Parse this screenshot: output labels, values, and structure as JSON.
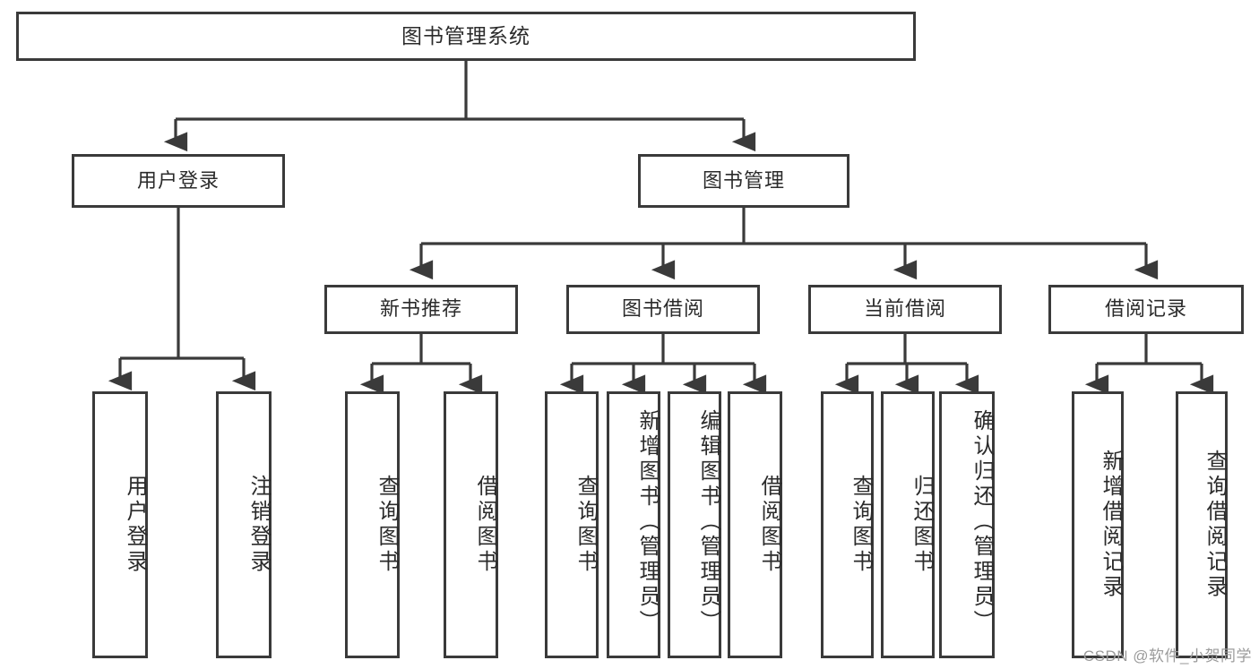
{
  "diagram": {
    "type": "tree",
    "title": "图书管理系统",
    "watermark": "CSDN @软件_小贺同学",
    "line_color": "#3a3a3a",
    "box_fill": "#ffffff",
    "text_color": "#2b2b2b"
  },
  "nodes": {
    "root": {
      "label": "图书管理系统"
    },
    "level2": [
      {
        "label": "用户登录"
      },
      {
        "label": "图书管理"
      }
    ],
    "level3": [
      {
        "label": "新书推荐"
      },
      {
        "label": "图书借阅"
      },
      {
        "label": "当前借阅"
      },
      {
        "label": "借阅记录"
      }
    ],
    "leaves": {
      "user_login": [
        {
          "label": "用户登录"
        },
        {
          "label": "注销登录"
        }
      ],
      "new_book_recommend": [
        {
          "label": "查询图书"
        },
        {
          "label": "借阅图书"
        }
      ],
      "book_borrow": [
        {
          "label": "查询图书"
        },
        {
          "label": "新增图书（管理员）"
        },
        {
          "label": "编辑图书（管理员）"
        },
        {
          "label": "借阅图书"
        }
      ],
      "current_borrow": [
        {
          "label": "查询图书"
        },
        {
          "label": "归还图书"
        },
        {
          "label": "确认归还（管理员）"
        }
      ],
      "borrow_record": [
        {
          "label": "新增借阅记录"
        },
        {
          "label": "查询借阅记录"
        }
      ]
    }
  }
}
